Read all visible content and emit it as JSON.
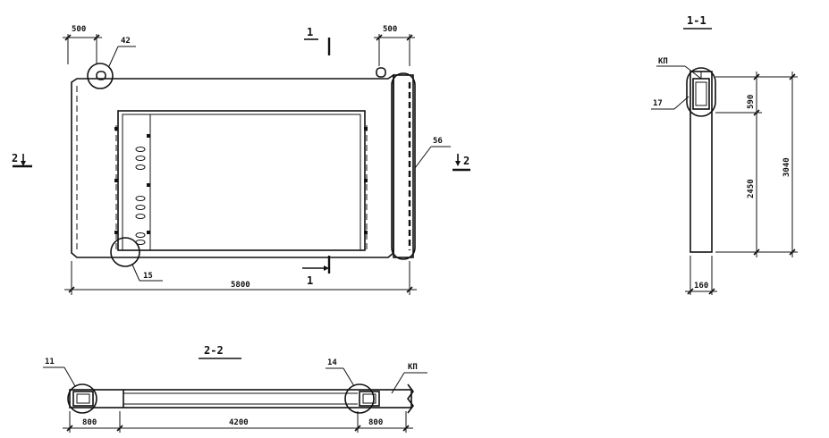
{
  "elevation": {
    "dim_left_top": "500",
    "dim_right_top": "500",
    "dim_bottom": "5800",
    "callout_42": "42",
    "callout_56": "56",
    "callout_15": "15",
    "section_1_top": "1",
    "section_1_bottom": "1",
    "section_2_left": "2",
    "section_2_right": "2"
  },
  "section_1_1": {
    "title": "1-1",
    "label_kp": "КП",
    "callout_17": "17",
    "dim_top": "590",
    "dim_middle": "2450",
    "dim_total": "3040",
    "dim_width": "160"
  },
  "section_2_2": {
    "title": "2-2",
    "callout_11": "11",
    "callout_14": "14",
    "label_kp": "КП",
    "dim_left": "800",
    "dim_middle": "4200",
    "dim_right": "800"
  }
}
